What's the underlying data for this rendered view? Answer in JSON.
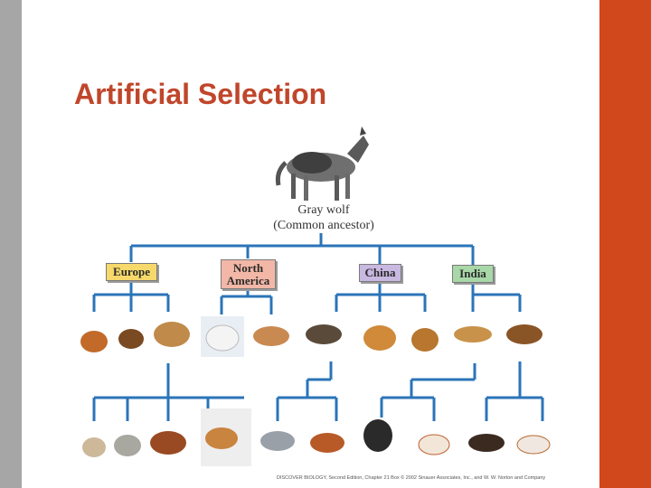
{
  "slide": {
    "title": "Artificial Selection",
    "credit": "DISCOVER BIOLOGY, Second Edition, Chapter 21 Box © 2002 Sinauer Associates, Inc., and W. W. Norton and Company"
  },
  "diagram": {
    "ancestor_name": "Gray wolf",
    "ancestor_note": "(Common ancestor)",
    "regions": [
      {
        "label": "Europe"
      },
      {
        "label": "North America"
      },
      {
        "label": "China"
      },
      {
        "label": "India"
      }
    ]
  },
  "colors": {
    "accent_bar": "#d1481c",
    "side_bar": "#a6a6a6",
    "title": "#c0462b",
    "tree_lines": "#2b74b8"
  }
}
